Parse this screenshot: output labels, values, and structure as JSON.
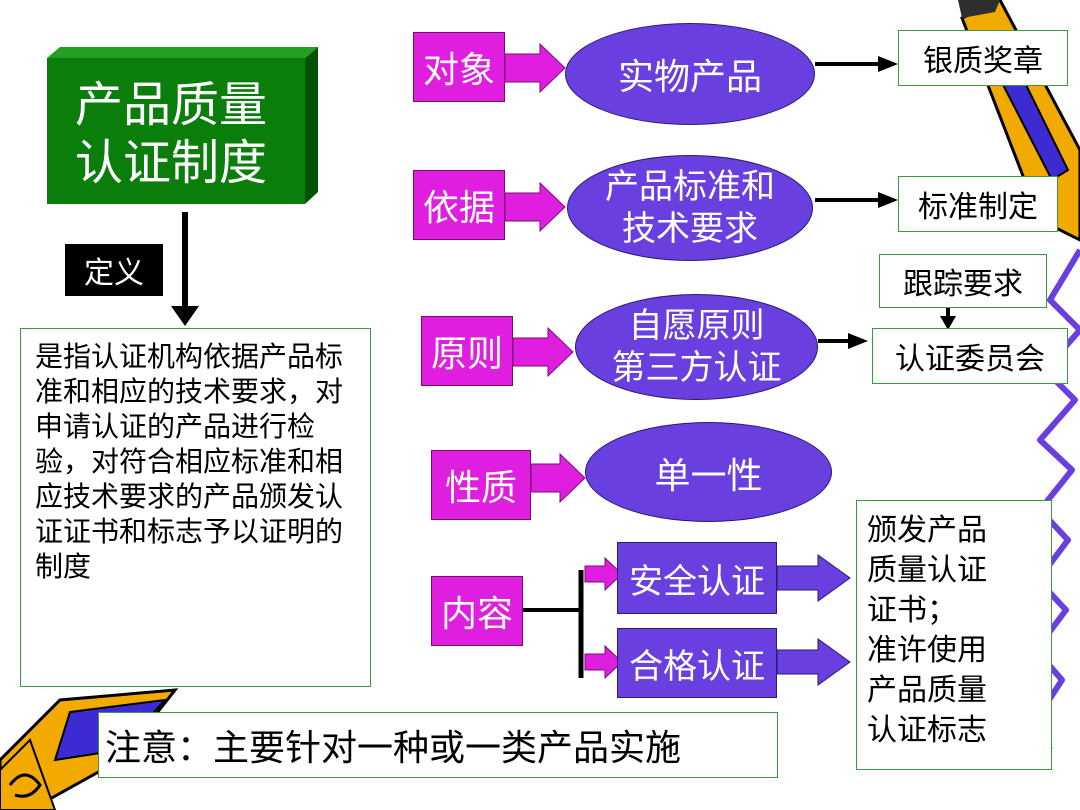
{
  "title": "产品质量认证制度",
  "title_lines": [
    "产品质量",
    "认证制度"
  ],
  "definition": {
    "tag": "定义",
    "text": "是指认证机构依据产品标准和相应的技术要求，对申请认证的产品进行检验，对符合相应标准和相应技术要求的产品颁发认证证书和标志予以证明的制度"
  },
  "rows": [
    {
      "label": "对象",
      "node": "实物产品",
      "output": "银质奖章"
    },
    {
      "label": "依据",
      "node_lines": [
        "产品标准和",
        "技术要求"
      ],
      "output": "标准制定"
    },
    {
      "label": "原则",
      "node_lines": [
        "自愿原则",
        "第三方认证"
      ],
      "output": "认证委员会",
      "extra": "跟踪要求"
    },
    {
      "label": "性质",
      "node": "单一性"
    },
    {
      "label": "内容",
      "items": [
        "安全认证",
        "合格认证"
      ]
    }
  ],
  "issue_lines": [
    "颁发产品",
    "质量认证",
    "证书；",
    "准许使用",
    "产品质量",
    "认证标志"
  ],
  "note": "注意：主要针对一种或一类产品实施",
  "colors": {
    "title_green": "#0a7d0a",
    "label_magenta": "#e01ee0",
    "node_violet": "#6a3fe0",
    "border_green": "#3c9a3c"
  }
}
